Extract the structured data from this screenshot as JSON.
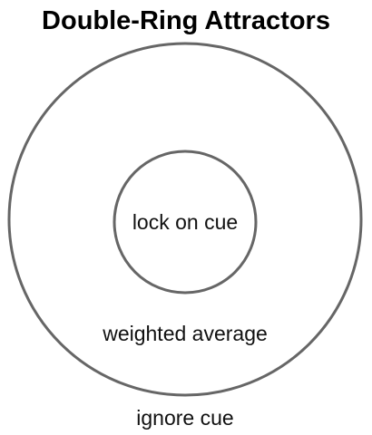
{
  "title": "Double-Ring Attractors",
  "labels": {
    "inner": "lock on cue",
    "between": "weighted average",
    "outside": "ignore cue"
  },
  "colors": {
    "ring_stroke": "#666666",
    "text": "#111111",
    "background": "#ffffff"
  }
}
